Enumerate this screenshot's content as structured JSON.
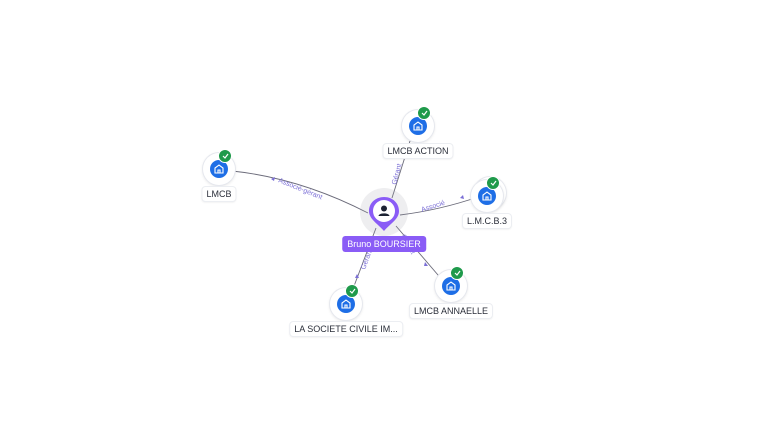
{
  "center": {
    "name": "Bruno BOURSIER",
    "icon": "person-icon",
    "color": "#8a5cf6"
  },
  "nodes": [
    {
      "id": "lmcb",
      "label": "LMCB",
      "icon": "company-icon",
      "verified": true
    },
    {
      "id": "lmcb-action",
      "label": "LMCB ACTION",
      "icon": "company-icon",
      "verified": true
    },
    {
      "id": "lmcb3",
      "label": "L.M.C.B.3",
      "icon": "company-icon",
      "verified": true
    },
    {
      "id": "lmcb-annaelle",
      "label": "LMCB ANNAELLE",
      "icon": "company-icon",
      "verified": true
    },
    {
      "id": "sci",
      "label": "LA SOCIETE CIVILE IM...",
      "icon": "company-icon",
      "verified": true
    }
  ],
  "edges": [
    {
      "to": "lmcb",
      "label": "Associé-gérant"
    },
    {
      "to": "lmcb-action",
      "label": "Gérant"
    },
    {
      "to": "lmcb3",
      "label": "Associé"
    },
    {
      "to": "lmcb-annaelle",
      "label": "Gérant"
    },
    {
      "to": "sci",
      "label": "Gérant"
    }
  ],
  "colors": {
    "company": "#1e6ee6",
    "verified": "#1f9a4b",
    "edge_label": "#7b6fd6"
  }
}
